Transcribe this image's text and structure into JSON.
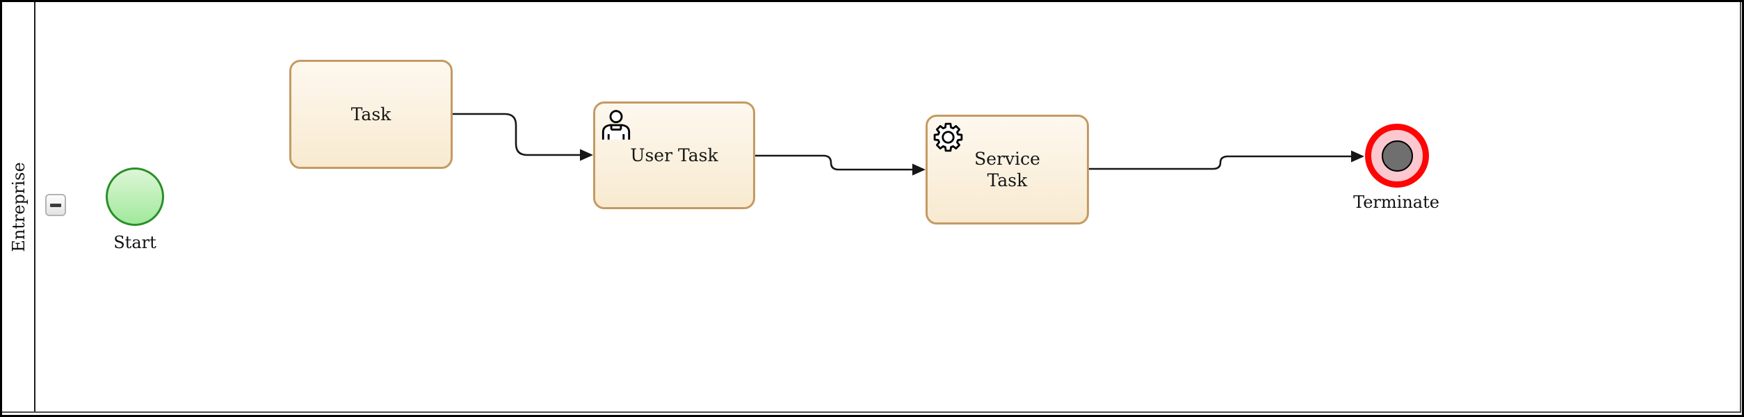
{
  "pool": {
    "label": "Entreprise"
  },
  "collapse_button": {
    "icon": "minus-icon",
    "action": "collapse-pool"
  },
  "nodes": {
    "start_event": {
      "type": "start-event",
      "label": "Start"
    },
    "task": {
      "type": "task",
      "label": "Task"
    },
    "user_task": {
      "type": "user-task",
      "label": "User Task",
      "icon": "user-icon"
    },
    "service_task": {
      "type": "service-task",
      "label": "Service\nTask",
      "icon": "gear-icon"
    },
    "terminate_event": {
      "type": "terminate-end-event",
      "label": "Terminate"
    }
  },
  "flows": [
    {
      "from": "task",
      "to": "user_task"
    },
    {
      "from": "user_task",
      "to": "service_task"
    },
    {
      "from": "service_task",
      "to": "terminate_event"
    }
  ],
  "colors": {
    "activity_border": "#c49a63",
    "activity_fill_top": "#fdf8ef",
    "activity_fill_bottom": "#f8ead0",
    "start_border": "#2a8f2a",
    "start_fill_top": "#ddf6d6",
    "start_fill_bottom": "#a0e99b",
    "terminate_ring": "#fe0505",
    "terminate_fill": "#fac8ce",
    "terminate_core": "#6f6f6f",
    "flow_stroke": "#161616"
  }
}
